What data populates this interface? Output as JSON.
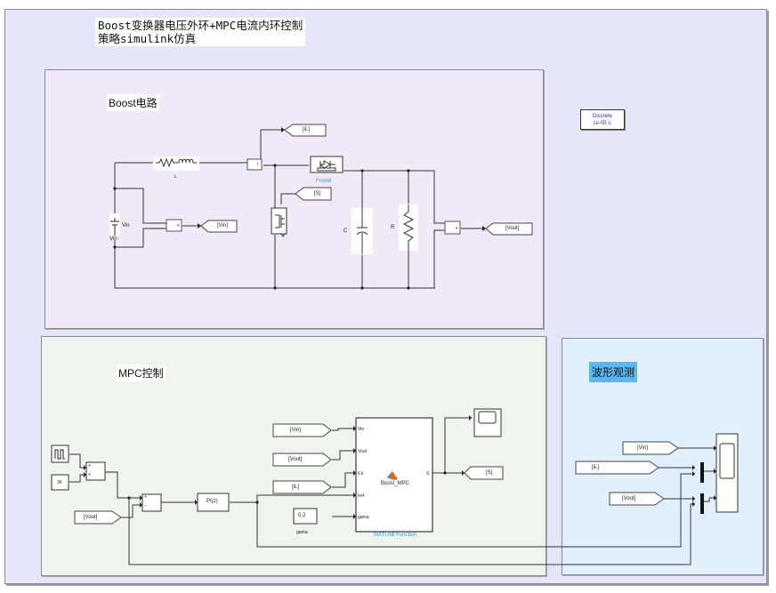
{
  "model": {
    "title_note_line1": "Boost变换器电压外环+MPC电流内环控制",
    "title_note_line2": "策略simulink仿真",
    "solver": {
      "line1": "Discrete",
      "line2": "1e-05 s."
    }
  },
  "areas": {
    "boost": {
      "label": "Boost电路",
      "color": "#f1e8f8"
    },
    "mpc": {
      "label": "MPC控制",
      "color": "#eff5ec"
    },
    "scope": {
      "label": "波形观测",
      "color": "#e2effd",
      "label_bg": "#5bb8ef"
    }
  },
  "boost_circuit": {
    "inductor_label": "L",
    "source_label": "Vin",
    "source_name": "Vin",
    "capacitor_label": "C",
    "resistor_label": "R",
    "diode_name": "From8",
    "goto_iL": "[iL]",
    "goto_S": "[S]",
    "goto_Vin": "[Vin]",
    "goto_Vout": "[Vout]",
    "vm_label": "v",
    "im_label": "i"
  },
  "mpc_control": {
    "constant_ref": "36",
    "from_vout": "[Vout]",
    "pi_label": "PI(z)",
    "sum1_signs": [
      "+",
      "+"
    ],
    "sum2_signs": [
      "+",
      "−"
    ],
    "from_vin": "[Vin]",
    "from_vout2": "[Vout]",
    "from_il": "[iL]",
    "gama_value": "0.2",
    "gama_label": "gama",
    "fcn_name": "Boost_MPC",
    "fcn_caption": "MATLAB Function",
    "fcn_inputs": [
      "Vin",
      "Vout",
      "iLk",
      "Iref",
      "gama"
    ],
    "fcn_output": "S",
    "goto_S": "[S]"
  },
  "scope_area": {
    "from_vin": "[Vin]",
    "from_il": "[iL]",
    "from_vout": "[Vout]"
  }
}
